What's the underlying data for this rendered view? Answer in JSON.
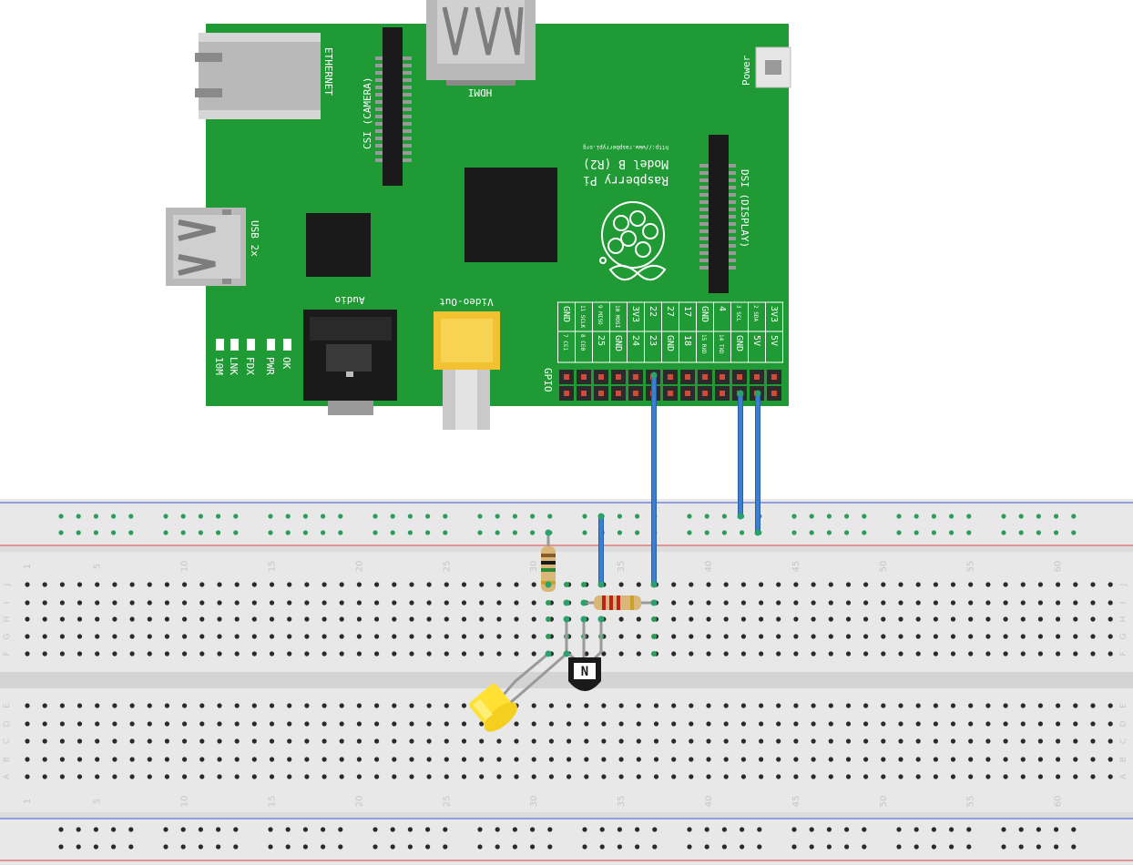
{
  "board": {
    "title": "Raspberry Pi",
    "model": "Model B (R2)",
    "url": "http://www.raspberrypi.org",
    "ports": {
      "ethernet": "ETHERNET",
      "camera": "CSI (CAMERA)",
      "hdmi": "HDMI",
      "power": "Power",
      "display": "DSI (DISPLAY)",
      "usb": "USB 2x",
      "audio": "Audio",
      "video": "Video-Out",
      "gpio": "GPIO"
    },
    "leds": [
      "OK",
      "PWR",
      "FDX",
      "LNK",
      "10M"
    ],
    "gpio_top": [
      {
        "main": "3V3",
        "sub": ""
      },
      {
        "main": "",
        "sub": "2 SDA"
      },
      {
        "main": "",
        "sub": "3 SCL"
      },
      {
        "main": "4",
        "sub": ""
      },
      {
        "main": "GND",
        "sub": ""
      },
      {
        "main": "17",
        "sub": ""
      },
      {
        "main": "27",
        "sub": ""
      },
      {
        "main": "22",
        "sub": ""
      },
      {
        "main": "3V3",
        "sub": ""
      },
      {
        "main": "",
        "sub": "10 MOSI"
      },
      {
        "main": "",
        "sub": "9 MISO"
      },
      {
        "main": "",
        "sub": "11 SCLK"
      },
      {
        "main": "GND",
        "sub": ""
      }
    ],
    "gpio_bottom": [
      {
        "main": "5V",
        "sub": ""
      },
      {
        "main": "5V",
        "sub": ""
      },
      {
        "main": "GND",
        "sub": ""
      },
      {
        "main": "",
        "sub": "14 TXD"
      },
      {
        "main": "",
        "sub": "15 RXD"
      },
      {
        "main": "18",
        "sub": ""
      },
      {
        "main": "GND",
        "sub": ""
      },
      {
        "main": "23",
        "sub": ""
      },
      {
        "main": "24",
        "sub": ""
      },
      {
        "main": "GND",
        "sub": ""
      },
      {
        "main": "25",
        "sub": ""
      },
      {
        "main": "",
        "sub": "8 CE0"
      },
      {
        "main": "",
        "sub": "7 CE1"
      }
    ]
  },
  "breadboard": {
    "column_numbers": [
      "1",
      "5",
      "10",
      "15",
      "20",
      "25",
      "30",
      "35",
      "40",
      "45",
      "50",
      "55",
      "60"
    ],
    "rows_top": [
      "J",
      "I",
      "H",
      "G",
      "F"
    ],
    "rows_bottom": [
      "E",
      "D",
      "C",
      "B",
      "A"
    ]
  },
  "transistor": {
    "mark": "N"
  },
  "colors": {
    "pcb": "#1f9a34",
    "wire": "#3a7fd0",
    "led": "#ffe033",
    "rail_red": "#d84040",
    "rail_blue": "#3a55d8"
  }
}
